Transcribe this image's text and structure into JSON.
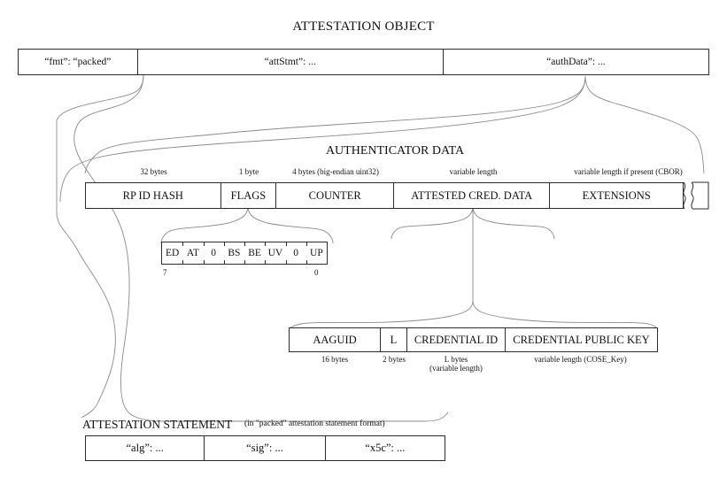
{
  "diagram": {
    "title": "ATTESTATION OBJECT"
  },
  "attestation_object": {
    "fields": [
      {
        "label": "“fmt”: “packed”"
      },
      {
        "label": "“attStmt”: ..."
      },
      {
        "label": "“authData”: ..."
      }
    ]
  },
  "authenticator_data": {
    "title": "AUTHENTICATOR DATA",
    "fields": [
      {
        "label": "RP ID HASH",
        "size": "32 bytes"
      },
      {
        "label": "FLAGS",
        "size": "1 byte"
      },
      {
        "label": "COUNTER",
        "size": "4 bytes (big-endian uint32)"
      },
      {
        "label": "ATTESTED CRED. DATA",
        "size": "variable length"
      },
      {
        "label": "EXTENSIONS",
        "size": "variable length if present (CBOR)"
      }
    ],
    "truncation_symbol": "break-mark"
  },
  "flags_byte": {
    "bits": [
      {
        "label": "ED"
      },
      {
        "label": "AT"
      },
      {
        "label": "0"
      },
      {
        "label": "BS"
      },
      {
        "label": "BE"
      },
      {
        "label": "UV"
      },
      {
        "label": "0"
      },
      {
        "label": "UP"
      }
    ],
    "msb_label": "7",
    "lsb_label": "0"
  },
  "attested_credential_data": {
    "fields": [
      {
        "label": "AAGUID",
        "size": "16 bytes"
      },
      {
        "label": "L",
        "size": "2 bytes"
      },
      {
        "label": "CREDENTIAL ID",
        "size": "L bytes\n(variable length)"
      },
      {
        "label": "CREDENTIAL PUBLIC KEY",
        "size": "variable length (COSE_Key)"
      }
    ]
  },
  "attestation_statement": {
    "title": "ATTESTATION STATEMENT",
    "note": "(in \"packed\" attestation statement format)",
    "fields": [
      {
        "label": "“alg”: ..."
      },
      {
        "label": "“sig”: ..."
      },
      {
        "label": "“x5c”: ..."
      }
    ]
  },
  "style": {
    "background": "#ffffff",
    "line_color": "#2b2b2b",
    "connector_color": "#8a8a8a",
    "text_color": "#111111"
  }
}
